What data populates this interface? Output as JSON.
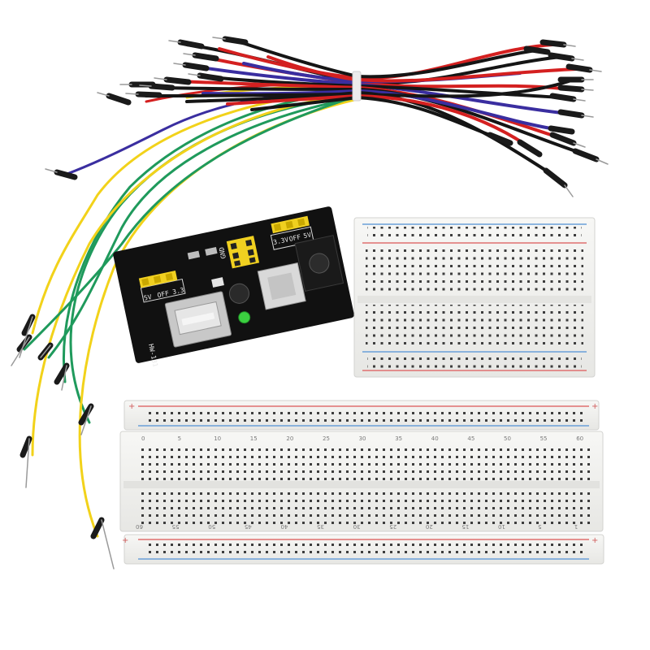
{
  "power_module": {
    "model_label": "HW-131",
    "jumper_left": [
      "5V",
      "OFF",
      "3.3"
    ],
    "jumper_right": [
      "3.3V",
      "OFF",
      "5V"
    ],
    "gnd_label": "GND"
  },
  "large_breadboard": {
    "column_numbers_top": [
      "0",
      "5",
      "10",
      "15",
      "20",
      "25",
      "30",
      "35",
      "40",
      "45",
      "50",
      "55",
      "60"
    ],
    "column_numbers_bottom": [
      "60",
      "55",
      "50",
      "45",
      "40",
      "35",
      "30",
      "25",
      "20",
      "15",
      "10",
      "5",
      "1"
    ],
    "rail_marks": [
      "+",
      "+",
      "+",
      "+"
    ]
  },
  "colors": {
    "wire_red": "#d42020",
    "wire_blue": "#3a2ea0",
    "wire_black": "#151515",
    "wire_yellow": "#f2d21a",
    "wire_green": "#1f9a5c",
    "pcb": "#111111",
    "jumper_header": "#f0d020",
    "breadboard": "#f3f3f1",
    "rail_red": "#e07070",
    "rail_blue": "#6aa0d8"
  }
}
